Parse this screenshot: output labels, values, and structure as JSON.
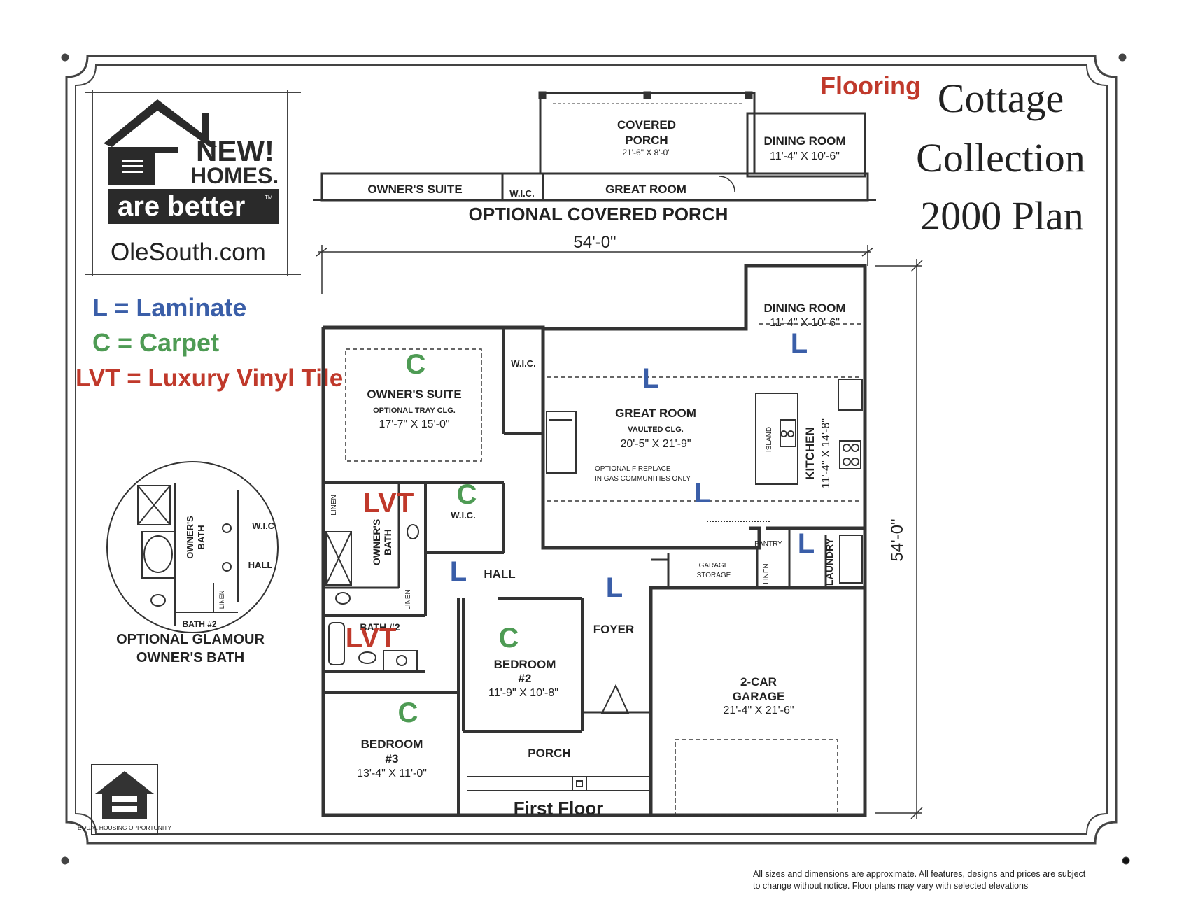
{
  "header": {
    "flooring": "Flooring",
    "title_line1": "Cottage",
    "title_line2": "Collection",
    "title_line3": "2000 Plan"
  },
  "logo": {
    "new": "NEW!",
    "homes": "HOMES.",
    "are_better": "are better",
    "tm": "TM",
    "website": "OleSouth.com"
  },
  "legend": {
    "laminate": "L = Laminate",
    "carpet": "C = Carpet",
    "lvt": "LVT = Luxury Vinyl Tile"
  },
  "colors": {
    "laminate": "#3a5ea8",
    "carpet": "#4e9b54",
    "lvt": "#c0392b",
    "line": "#333333"
  },
  "porch_plan": {
    "title": "OPTIONAL COVERED PORCH",
    "width": "54'-0\"",
    "covered_porch": "COVERED",
    "covered_porch2": "PORCH",
    "covered_porch_size": "21'-6\" X 8'-0\"",
    "dining": "DINING ROOM",
    "dining_size": "11'-4\" X 10'-6\"",
    "owners_suite": "OWNER'S SUITE",
    "wic": "W.I.C.",
    "great_room": "GREAT ROOM"
  },
  "floor_plan": {
    "title": "First Floor",
    "width": "54'-0\"",
    "depth": "54'-0\"",
    "dining": "DINING ROOM",
    "dining_size": "11'-4\" X 10'-6\"",
    "owners_suite": "OWNER'S SUITE",
    "tray": "OPTIONAL TRAY CLG.",
    "owners_size": "17'-7\" X 15'-0\"",
    "wic_top": "W.I.C.",
    "great_room": "GREAT ROOM",
    "vaulted": "VAULTED CLG.",
    "great_size": "20'-5\" X 21'-9\"",
    "fireplace1": "OPTIONAL FIREPLACE",
    "fireplace2": "IN GAS COMMUNITIES ONLY",
    "island": "ISLAND",
    "kitchen": "KITCHEN",
    "kitchen_size": "11'-4\" X 14'-8\"",
    "linen": "LINEN",
    "owners_bath": "OWNER'S",
    "owners_bath2": "BATH",
    "wic_bath": "W.I.C.",
    "hall": "HALL",
    "pantry": "PANTRY",
    "garage_storage1": "GARAGE",
    "garage_storage2": "STORAGE",
    "laundry": "LAUNDRY",
    "bath2": "BATH #2",
    "foyer": "FOYER",
    "bedroom2": "BEDROOM",
    "bedroom2_num": "#2",
    "bedroom2_size": "11'-9\" X 10'-8\"",
    "garage": "2-CAR",
    "garage2": "GARAGE",
    "garage_size": "21'-4\" X 21'-6\"",
    "bedroom3": "BEDROOM",
    "bedroom3_num": "#3",
    "bedroom3_size": "13'-4\" X 11'-0\"",
    "porch": "PORCH"
  },
  "floor_codes": {
    "L": "L",
    "C": "C",
    "LVT": "LVT"
  },
  "glamour": {
    "owners": "OWNER'S",
    "bath": "BATH",
    "wic": "W.I.C.",
    "hall": "HALL",
    "linen": "LINEN",
    "bath2": "BATH #2",
    "caption1": "OPTIONAL GLAMOUR",
    "caption2": "OWNER'S BATH"
  },
  "eho": "EQUAL HOUSING OPPORTUNITY",
  "disclaimer": {
    "line1": "All sizes and dimensions are approximate. All features, designs and prices are subject",
    "line2": "to change without notice.  Floor plans may vary with selected elevations"
  }
}
